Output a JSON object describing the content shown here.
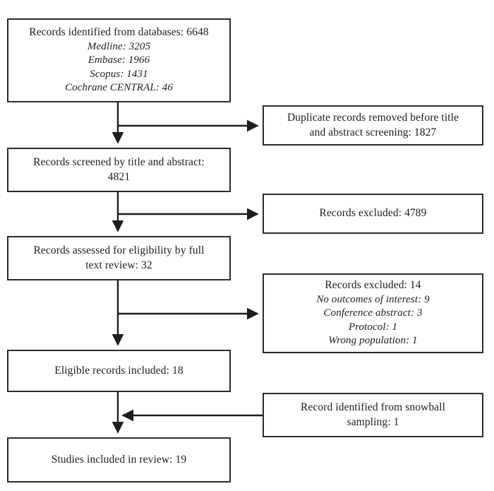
{
  "diagram": {
    "type": "prisma-flow-diagram",
    "colors": {
      "box_border": "#2b2b2b",
      "box_fill": "#ffffff",
      "connector": "#1d1d1d",
      "text": "#1d1d1d",
      "background": "#ffffff"
    },
    "nodes": {
      "identified": {
        "title": "Records identified from databases: 6648",
        "sources": [
          "Medline: 3205",
          "Embase: 1966",
          "Scopus: 1431",
          "Cochrane CENTRAL: 46"
        ]
      },
      "duplicates": {
        "line1": "Duplicate records removed before title",
        "line2": "and abstract screening: 1827"
      },
      "screened": {
        "line1": "Records screened by title and abstract:",
        "line2": "4821"
      },
      "excluded_screening": {
        "line1": "Records excluded: 4789"
      },
      "eligibility": {
        "line1": "Records assessed for eligibility by full",
        "line2": "text review: 32"
      },
      "excluded_fulltext": {
        "title": "Records excluded: 14",
        "reasons": [
          "No outcomes of interest: 9",
          "Conference abstract: 3",
          "Protocol: 1",
          "Wrong population: 1"
        ]
      },
      "eligible": {
        "line1": "Eligible records included: 18"
      },
      "snowball": {
        "line1": "Record identified from snowball",
        "line2": "sampling: 1"
      },
      "studies": {
        "line1": "Studies included in review: 19"
      }
    },
    "counts": {
      "records_identified_total": 6648,
      "medline": 3205,
      "embase": 1966,
      "scopus": 1431,
      "cochrane_central": 46,
      "duplicates_removed": 1827,
      "records_screened": 4821,
      "records_excluded_screening": 4789,
      "records_full_text_assessed": 32,
      "records_excluded_full_text": 14,
      "excluded_no_outcomes_of_interest": 9,
      "excluded_conference_abstract": 3,
      "excluded_protocol": 1,
      "excluded_wrong_population": 1,
      "eligible_records_included": 18,
      "snowball_records": 1,
      "studies_included": 19
    }
  }
}
